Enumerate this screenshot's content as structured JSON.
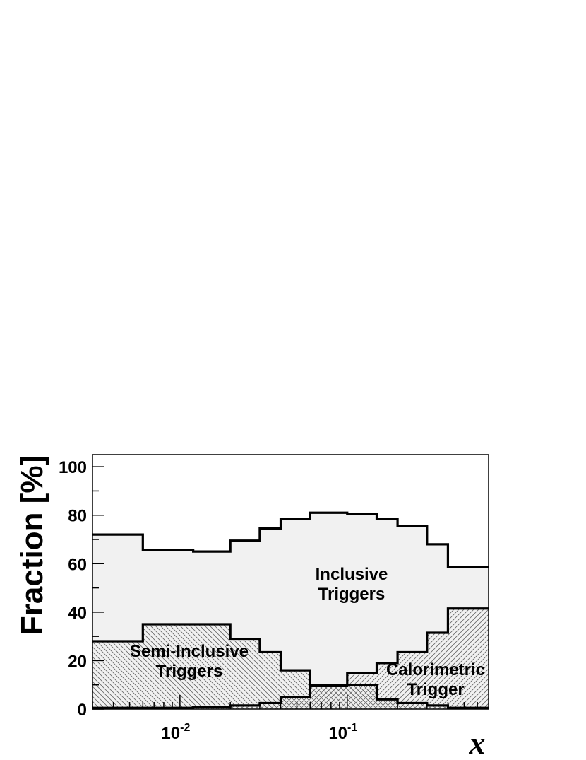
{
  "chart_data": {
    "type": "area",
    "xlabel": "x",
    "ylabel": "Fraction [%]",
    "xscale": "log",
    "xlim": [
      0.003,
      0.7
    ],
    "ylim": [
      0,
      105
    ],
    "x_tick_labels": [
      {
        "x": 0.01,
        "base": "10",
        "exp": "-2"
      },
      {
        "x": 0.1,
        "base": "10",
        "exp": "-1"
      }
    ],
    "y_ticks": [
      0,
      20,
      40,
      60,
      80,
      100
    ],
    "y_tick_labels": [
      "0",
      "20",
      "40",
      "60",
      "80",
      "100"
    ],
    "bin_edges": [
      0.003,
      0.006,
      0.012,
      0.02,
      0.03,
      0.04,
      0.06,
      0.1,
      0.15,
      0.2,
      0.3,
      0.4,
      0.7
    ],
    "series": [
      {
        "name": "Inclusive Triggers",
        "values": [
          72,
          65.5,
          65,
          69.5,
          74.5,
          78.5,
          81,
          80.5,
          78.5,
          75.5,
          68,
          58.5
        ]
      },
      {
        "name": "Semi-Inclusive Triggers",
        "values": [
          28,
          35,
          35,
          29,
          23.5,
          16,
          10,
          10,
          4,
          2.5,
          1.5,
          0.5
        ]
      },
      {
        "name": "Calorimetric Trigger",
        "values": [
          0.5,
          0.5,
          0.8,
          1.5,
          2.5,
          5,
          9.5,
          15,
          19,
          23.5,
          31.5,
          41.5
        ]
      }
    ],
    "annotations": [
      {
        "lines": [
          "Inclusive",
          "Triggers"
        ],
        "series": 0
      },
      {
        "lines": [
          "Semi-Inclusive",
          "Triggers"
        ],
        "series": 1
      },
      {
        "lines": [
          "Calorimetric",
          "Trigger"
        ],
        "series": 2
      }
    ],
    "grid": false,
    "legend": "none"
  }
}
